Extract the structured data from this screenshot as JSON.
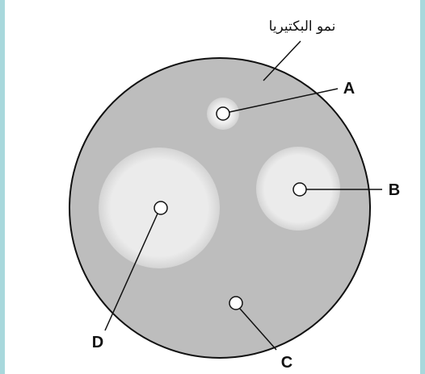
{
  "diagram": {
    "annotation_label": "نمو البكتيريا",
    "labels": {
      "a": "A",
      "b": "B",
      "c": "C",
      "d": "D"
    },
    "colors": {
      "bacterial_lawn": "#bdbdbd",
      "inhibition_zone": "#eaeaea",
      "disk": "#ffffff",
      "outline": "#111111",
      "frame": "#a8d8dc"
    }
  }
}
